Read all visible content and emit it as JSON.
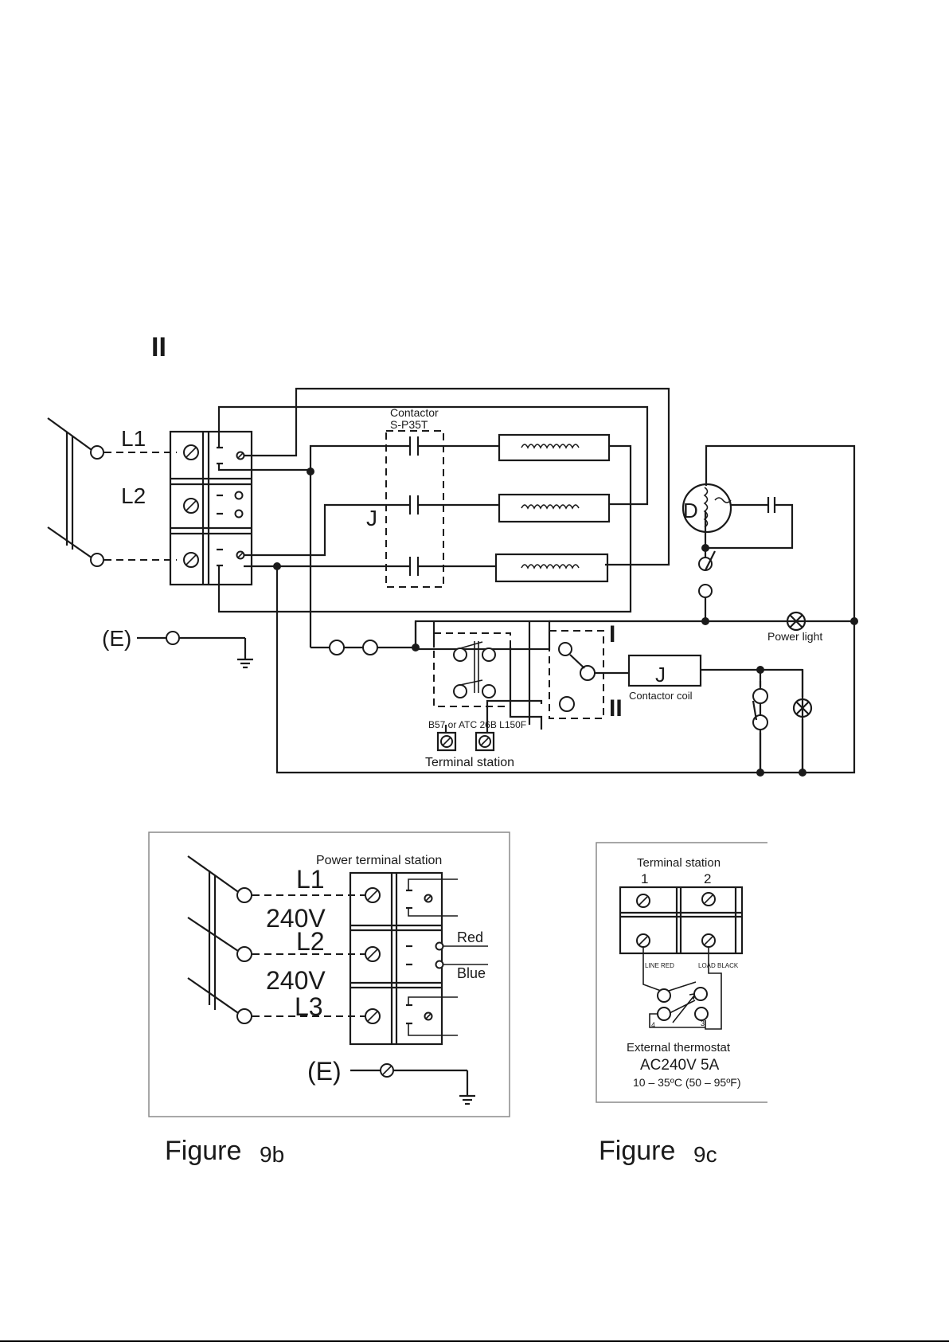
{
  "section_mark": "II",
  "main_diagram": {
    "line_labels": [
      "L1",
      "L2"
    ],
    "earth_label": "(E)",
    "contactor_label": "Contactor",
    "contactor_model": "S-P35T",
    "relay_label": "J",
    "power_light_label": "Power light",
    "contactor_coil_symbol": "J",
    "contactor_coil_label": "Contactor coil",
    "thermostat_models": "B57 or ATC 26B L150F",
    "terminal_station_label": "Terminal station",
    "motor_symbol": "D",
    "switch_position_1": "I",
    "switch_position_2": "II"
  },
  "figure_9b": {
    "title": "Power terminal station",
    "labels": [
      "L1",
      "240V",
      "L2",
      "240V",
      "L3"
    ],
    "wire_labels": [
      "Red",
      "Blue"
    ],
    "earth_label": "(E)",
    "caption_word": "Figure",
    "caption_num": "9b"
  },
  "figure_9c": {
    "title": "Terminal station",
    "terminal_numbers": [
      "1",
      "2"
    ],
    "line_label": "LINE RED",
    "load_label": "LOAD BLACK",
    "contact_numbers": [
      "4",
      "3"
    ],
    "device_label": "External thermostat",
    "rating": "AC240V  5A",
    "range": "10 – 35ºC (50 – 95ºF)",
    "caption_word": "Figure",
    "caption_num": "9c"
  }
}
